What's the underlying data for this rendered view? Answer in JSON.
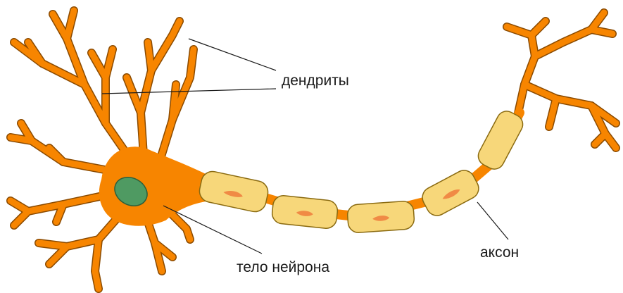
{
  "labels": {
    "dendrites": "дендриты",
    "soma": "тело нейрона",
    "axon": "аксон"
  },
  "colors": {
    "neuron_body": "#f78500",
    "neuron_outline": "#8a4a00",
    "nucleus": "#4f9a62",
    "nucleus_outline": "#2f5f3a",
    "myelin_fill": "#f7d77a",
    "myelin_outline": "#8a6a10",
    "schwann_nucleus": "#f08a45",
    "leader_line": "#1a1a1a"
  }
}
